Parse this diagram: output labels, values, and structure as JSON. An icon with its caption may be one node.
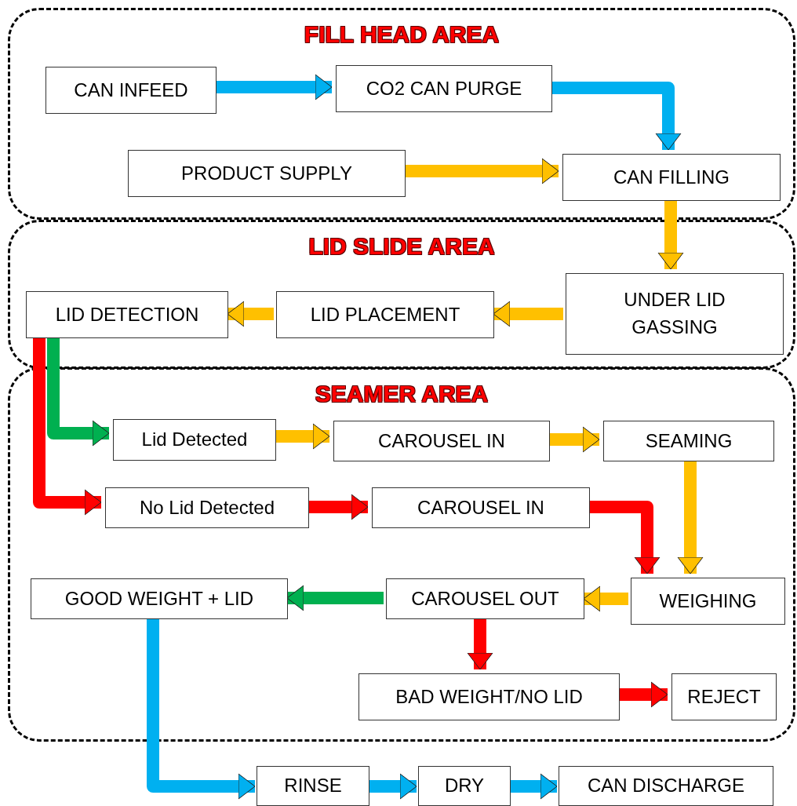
{
  "diagram": {
    "nodes": [
      {
        "text": [
          "FILL HEAD AREA"
        ]
      },
      {
        "text": [
          "CAN INFEED"
        ],
        "in": 0
      },
      {
        "text": [
          "CO2 CAN PURGE"
        ],
        "in": 0
      },
      {
        "text": [
          "PRODUCT SUPPLY"
        ],
        "in": 0
      },
      {
        "text": [
          "CAN FILLING"
        ],
        "in": 0
      },
      {
        "text": [
          "LID SLIDE AREA"
        ]
      },
      {
        "text": [
          "LID DETECTION"
        ],
        "in": 5
      },
      {
        "text": [
          "LID PLACEMENT"
        ],
        "in": 5
      },
      {
        "text": [
          "UNDER LID GASSING"
        ],
        "in": 5
      },
      {
        "text": [
          "SEAMER AREA"
        ]
      },
      {
        "text": [
          "Lid Detected"
        ],
        "in": 9
      },
      {
        "text": [
          "CAROUSEL IN"
        ],
        "in": 9
      },
      {
        "text": [
          "SEAMING"
        ],
        "in": 9
      },
      {
        "text": [
          "No Lid Detected"
        ],
        "in": 9
      },
      {
        "text": [
          "CAROUSEL IN"
        ],
        "in": 9
      },
      {
        "text": [
          "WEIGHING"
        ],
        "in": 9
      },
      {
        "text": [
          "GOOD WEIGHT + LID"
        ],
        "in": 9
      },
      {
        "text": [
          "CAROUSEL OUT"
        ],
        "in": 9
      },
      {
        "text": [
          "BAD WEIGHT/NO LID"
        ],
        "in": 9
      },
      {
        "text": [
          "REJECT"
        ],
        "in": 9
      },
      {
        "text": [
          "RINSE"
        ]
      },
      {
        "text": [
          "DRY"
        ]
      },
      {
        "text": [
          "CAN DISCHARGE"
        ]
      }
    ],
    "edges": [
      {
        "from": 1,
        "to": 2,
        "arrow": "to",
        "color": "#00b0f0"
      },
      {
        "from": 2,
        "to": 4,
        "arrow": "to",
        "color": "#00b0f0"
      },
      {
        "from": 3,
        "to": 4,
        "arrow": "to",
        "color": "#ffc000"
      },
      {
        "from": 4,
        "to": 8,
        "arrow": "to",
        "color": "#ffc000"
      },
      {
        "from": 8,
        "to": 7,
        "arrow": "to",
        "color": "#ffc000"
      },
      {
        "from": 7,
        "to": 6,
        "arrow": "to",
        "color": "#ffc000"
      },
      {
        "from": 6,
        "to": 10,
        "arrow": "to",
        "color": "#00b050"
      },
      {
        "from": 6,
        "to": 13,
        "arrow": "to",
        "color": "#ff0000"
      },
      {
        "from": 10,
        "to": 11,
        "arrow": "to",
        "color": "#ffc000"
      },
      {
        "from": 11,
        "to": 12,
        "arrow": "to",
        "color": "#ffc000"
      },
      {
        "from": 12,
        "to": 15,
        "arrow": "to",
        "color": "#ffc000"
      },
      {
        "from": 13,
        "to": 14,
        "arrow": "to",
        "color": "#ff0000"
      },
      {
        "from": 14,
        "to": 15,
        "arrow": "to",
        "color": "#ff0000"
      },
      {
        "from": 15,
        "to": 17,
        "arrow": "to",
        "color": "#ffc000"
      },
      {
        "from": 17,
        "to": 16,
        "arrow": "to",
        "color": "#00b050"
      },
      {
        "from": 17,
        "to": 18,
        "arrow": "to",
        "color": "#ff0000"
      },
      {
        "from": 18,
        "to": 19,
        "arrow": "to",
        "color": "#ff0000"
      },
      {
        "from": 16,
        "to": 20,
        "arrow": "to",
        "color": "#00b0f0"
      },
      {
        "from": 20,
        "to": 21,
        "arrow": "to",
        "color": "#00b0f0"
      },
      {
        "from": 21,
        "to": 22,
        "arrow": "to",
        "color": "#00b0f0"
      }
    ]
  }
}
